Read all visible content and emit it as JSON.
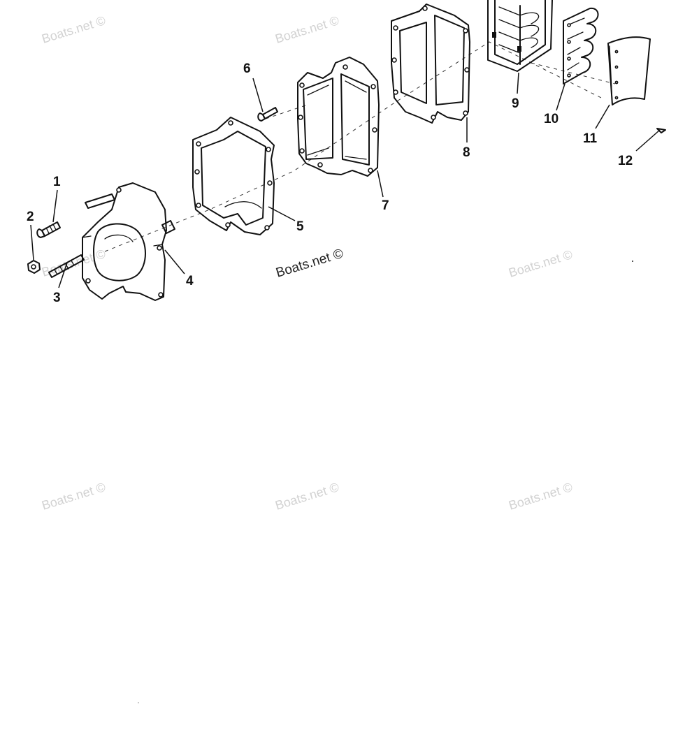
{
  "diagram": {
    "watermark_text": "Boats.net ©",
    "callouts": [
      "1",
      "2",
      "3",
      "4",
      "5",
      "6",
      "7",
      "8",
      "9",
      "10",
      "11",
      "12"
    ]
  }
}
